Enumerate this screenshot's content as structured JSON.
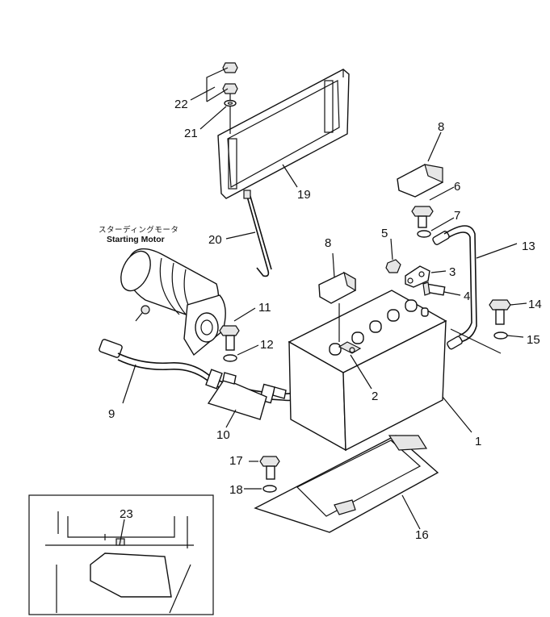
{
  "caption": {
    "jp": "スターディングモータ",
    "en": "Starting Motor"
  },
  "labels": [
    {
      "id": "1",
      "text": "1"
    },
    {
      "id": "2",
      "text": "2"
    },
    {
      "id": "3",
      "text": "3"
    },
    {
      "id": "4",
      "text": "4"
    },
    {
      "id": "5",
      "text": "5"
    },
    {
      "id": "6",
      "text": "6"
    },
    {
      "id": "7",
      "text": "7"
    },
    {
      "id": "8a",
      "text": "8"
    },
    {
      "id": "8b",
      "text": "8"
    },
    {
      "id": "9",
      "text": "9"
    },
    {
      "id": "10",
      "text": "10"
    },
    {
      "id": "11",
      "text": "11"
    },
    {
      "id": "12",
      "text": "12"
    },
    {
      "id": "13",
      "text": "13"
    },
    {
      "id": "14",
      "text": "14"
    },
    {
      "id": "15",
      "text": "15"
    },
    {
      "id": "16",
      "text": "16"
    },
    {
      "id": "17",
      "text": "17"
    },
    {
      "id": "18",
      "text": "18"
    },
    {
      "id": "19",
      "text": "19"
    },
    {
      "id": "20",
      "text": "20"
    },
    {
      "id": "21",
      "text": "21"
    },
    {
      "id": "22",
      "text": "22"
    },
    {
      "id": "23",
      "text": "23"
    }
  ]
}
